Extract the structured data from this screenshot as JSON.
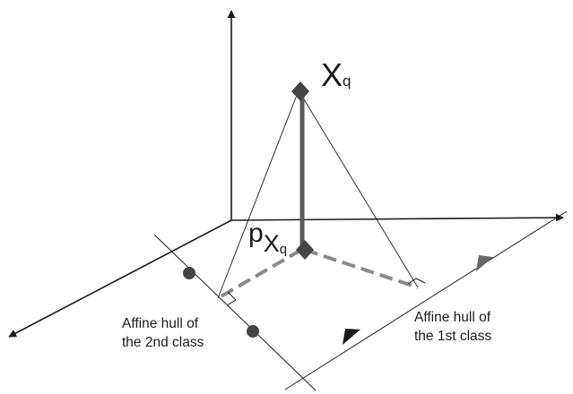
{
  "diagram": {
    "query_point": {
      "symbol": "X",
      "subscript": "q"
    },
    "projection_point": {
      "symbol": "p",
      "sub_symbol": "X",
      "sub_subscript": "q"
    },
    "hull_1": {
      "line1": "Affine hull of",
      "line2": "the 1st class"
    },
    "hull_2": {
      "line1": "Affine hull of",
      "line2": "the 2nd class"
    }
  },
  "colors": {
    "ink": "#1a1a1a",
    "thick_segment": "#5a5a5a",
    "dashed_segment": "#8a8a8a",
    "marker_dark": "#444444",
    "marker_grey": "#666666"
  }
}
